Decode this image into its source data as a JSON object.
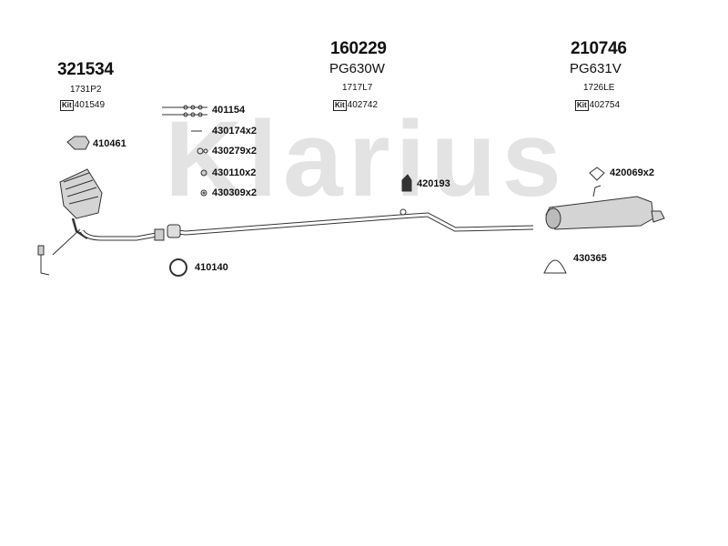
{
  "watermark": "Klarius",
  "groups": [
    {
      "code": "321534",
      "sub": "1731P2",
      "kit_label": "Kit",
      "kit": "401549"
    },
    {
      "code": "160229",
      "sub": "PG630W",
      "small": "1717L7",
      "kit_label": "Kit",
      "kit": "402742"
    },
    {
      "code": "210746",
      "sub": "PG631V",
      "small": "1726LE",
      "kit_label": "Kit",
      "kit": "402754"
    }
  ],
  "parts": {
    "p410461": "410461",
    "p401154": "401154",
    "p430174": "430174x2",
    "p430279": "430279x2",
    "p430110": "430110x2",
    "p430309": "430309x2",
    "p420193": "420193",
    "p420069": "420069x2",
    "p410140": "410140",
    "p430365": "430365"
  },
  "colors": {
    "watermark": "#e3e3e3",
    "line": "#333333",
    "fill": "#cfcfcf"
  }
}
